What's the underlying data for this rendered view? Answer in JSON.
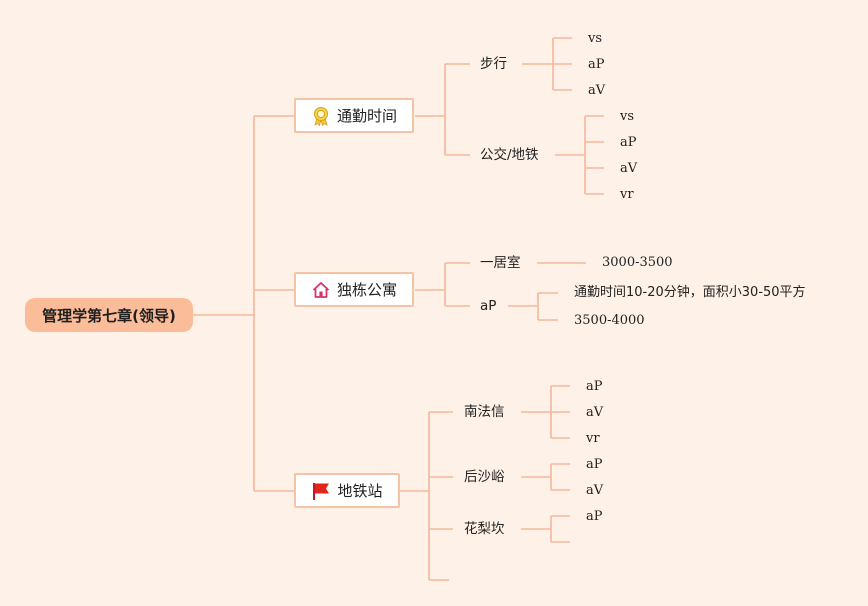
{
  "root": {
    "label": "管理学第七章(领导)"
  },
  "topics": [
    {
      "label": "通勤时间",
      "icon": "award-ribbon-icon",
      "subs": [
        {
          "label": "步行",
          "leaves": [
            "vs",
            "aP",
            "aV"
          ]
        },
        {
          "label": "公交/地铁",
          "leaves": [
            "vs",
            "aP",
            "aV",
            "vr"
          ]
        }
      ]
    },
    {
      "label": "独栋公寓",
      "icon": "home-icon",
      "subs": [
        {
          "label": "一居室",
          "leaves": [
            "3000-3500"
          ]
        },
        {
          "label": "aP",
          "leaves": [
            "通勤时间10-20分钟，面积小30-50平方",
            "3500-4000"
          ]
        }
      ]
    },
    {
      "label": "地铁站",
      "icon": "red-flag-icon",
      "subs": [
        {
          "label": "南法信",
          "leaves": [
            "aP",
            "aV",
            "vr"
          ]
        },
        {
          "label": "后沙峪",
          "leaves": [
            "aP",
            "aV"
          ]
        },
        {
          "label": "花梨坎",
          "leaves": [
            "aP",
            ""
          ]
        },
        {
          "label": "",
          "leaves": []
        }
      ]
    }
  ],
  "colors": {
    "background": "#fdf1e8",
    "root_fill": "#fbbd99",
    "connector": "#f6b79a",
    "topic_border": "#f7c3a6"
  }
}
